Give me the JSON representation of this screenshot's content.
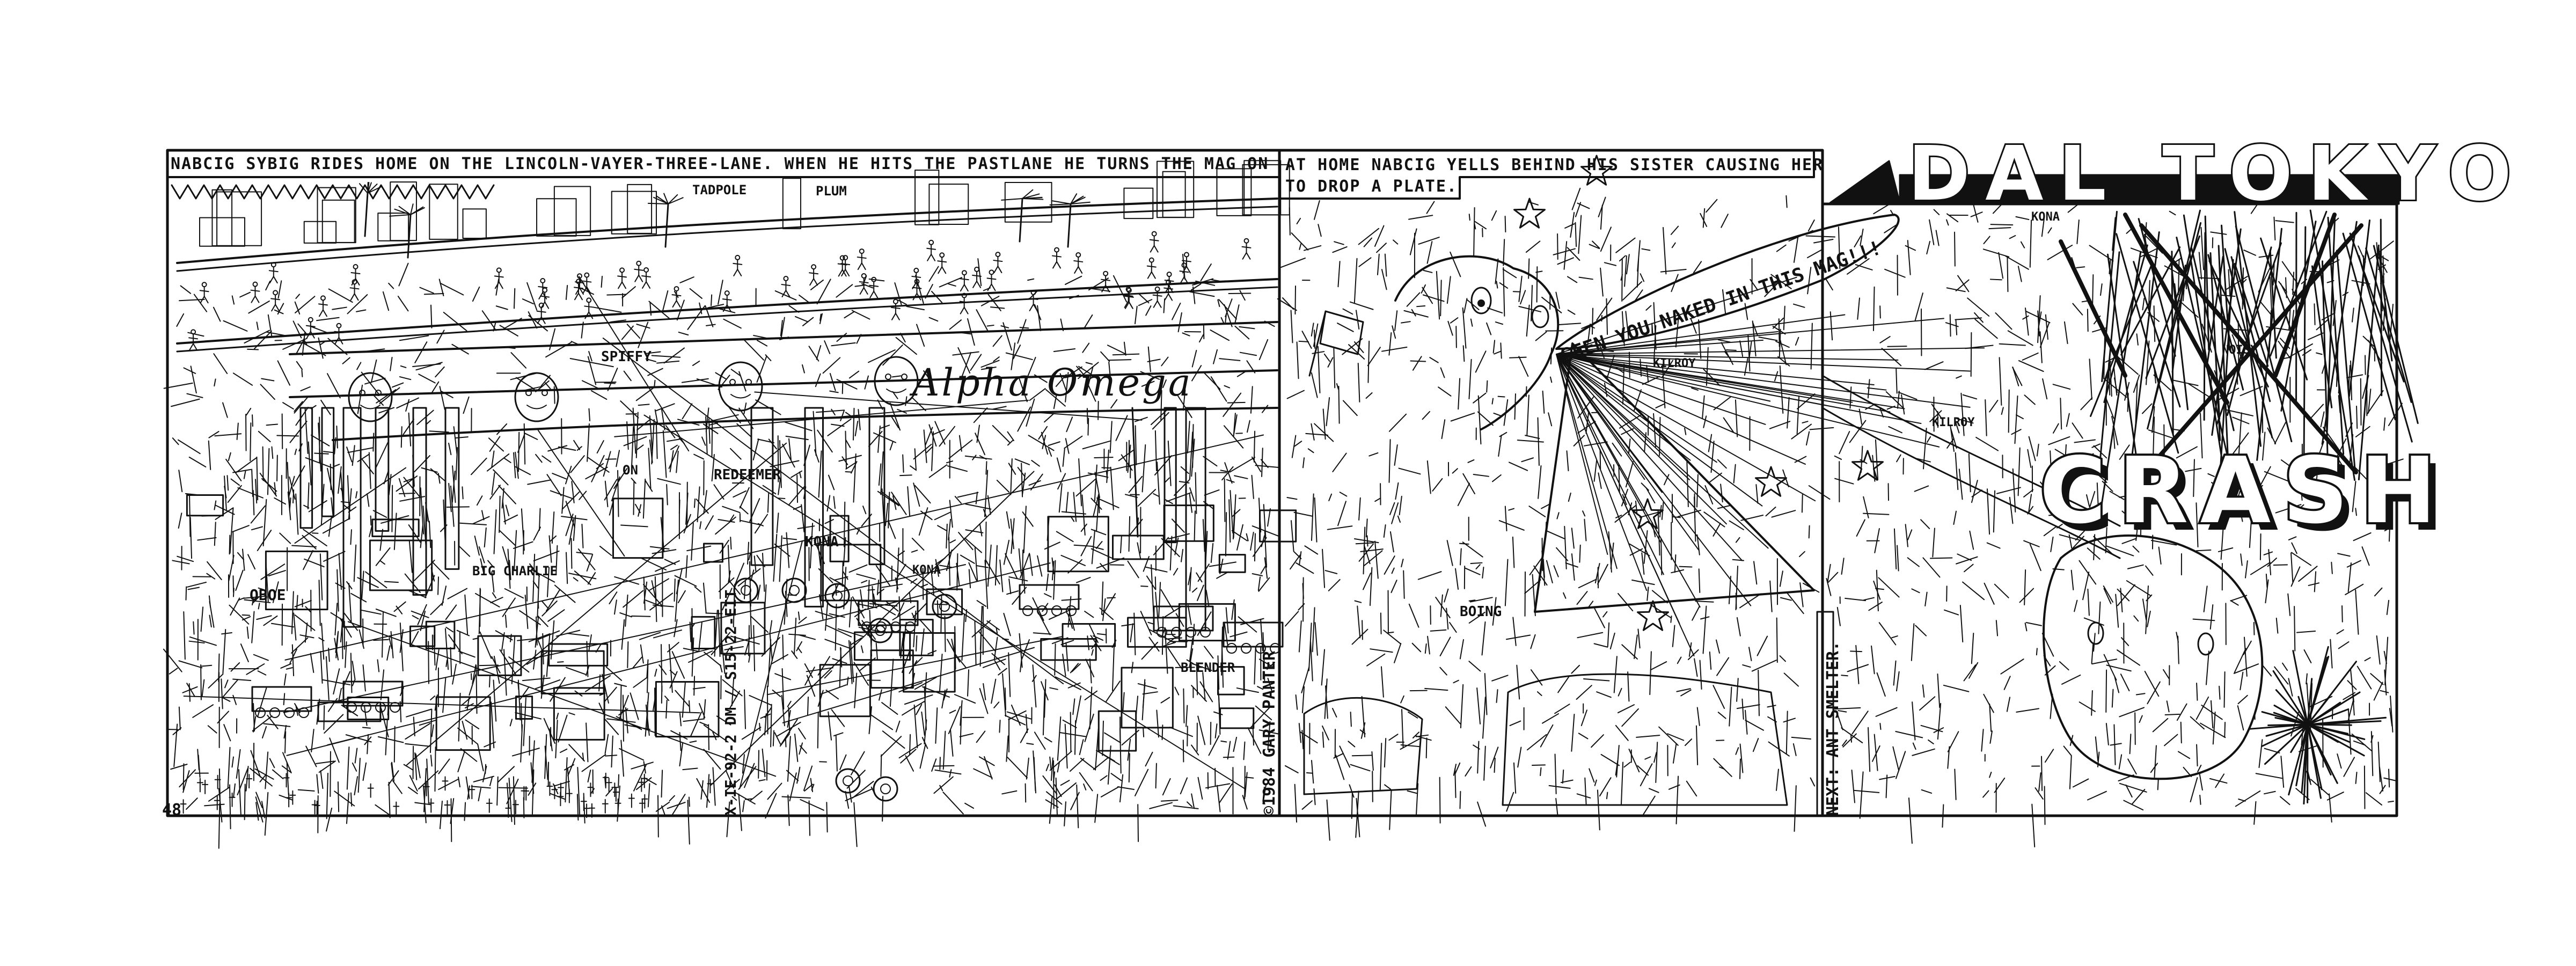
{
  "page_number": "48",
  "panel1": {
    "caption": "NABCIG SYBIG RIDES HOME ON THE LINCOLN-VAYER-THREE-LANE. WHEN HE HITS THE PASTLANE HE TURNS THE MAG ON",
    "labels": [
      "TADPOLE",
      "PLUM",
      "SPIFFY",
      "KONA",
      "REDEEMER",
      "BIG CHARLIE",
      "OBOE",
      "KONA",
      "BLENDER",
      "ON"
    ],
    "sign": "Alpha Omega",
    "vertical_text": "X-IE-92-2 DM / S15-22-EIT",
    "copyright": "©1984 GARY PANTER"
  },
  "panel2": {
    "caption_line1": "AT HOME NABCIG YELLS BEHIND HIS SISTER CAUSING HER",
    "caption_line2": "TO DROP A PLATE.",
    "speech": "SEEN YOU NAKED IN THIS MAG!!!",
    "labels": [
      "KILROY",
      "BOING"
    ]
  },
  "panel3": {
    "title": "DAL TOKYO",
    "sfx": "CRASH",
    "labels": [
      "KONA",
      "NOISY",
      "KILROY"
    ],
    "next": "NEXT: ANT SMELTER."
  },
  "colors": {
    "ink": "#111111",
    "paper": "#ffffff"
  }
}
